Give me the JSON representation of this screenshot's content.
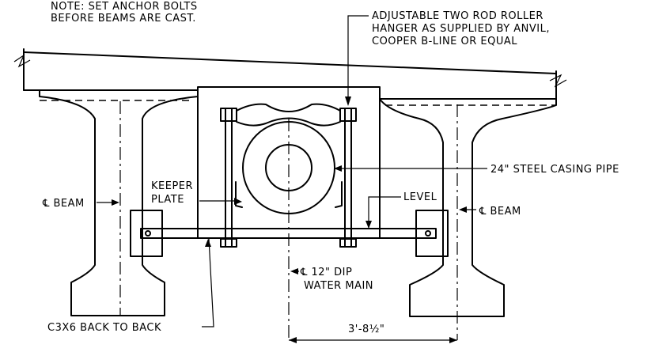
{
  "notes": {
    "anchor_line1": "NOTE: SET ANCHOR BOLTS",
    "anchor_line2": "BEFORE BEAMS ARE CAST.",
    "hanger_line1": "ADJUSTABLE TWO ROD ROLLER",
    "hanger_line2": "HANGER AS SUPPLIED BY ANVIL,",
    "hanger_line3": "COOPER B-LINE OR EQUAL"
  },
  "labels": {
    "casing_pipe": "24\" STEEL CASING PIPE",
    "keeper_line1": "KEEPER",
    "keeper_line2": "PLATE",
    "level": "LEVEL",
    "beam_left": "℄ BEAM",
    "beam_right": "℄ BEAM",
    "water_line1": "℄ 12\" DIP",
    "water_line2": "WATER MAIN",
    "channel": "C3X6 BACK TO BACK",
    "dimension": "3'-8½\""
  }
}
